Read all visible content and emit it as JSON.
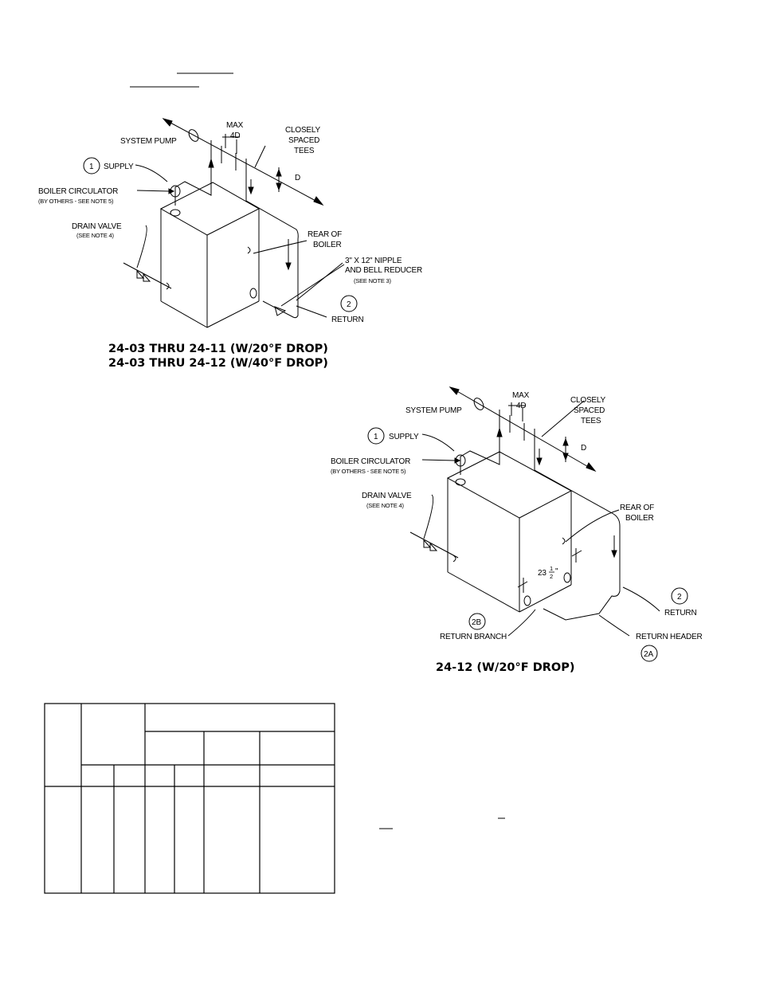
{
  "diagram1": {
    "labels": {
      "max": "MAX",
      "four_d": "4D",
      "closely": "CLOSELY",
      "spaced": "SPACED",
      "tees": "TEES",
      "system_pump": "SYSTEM PUMP",
      "d": "D",
      "supply": "SUPPLY",
      "supply_num": "1",
      "boiler_circulator": "BOILER CIRCULATOR",
      "by_others": "(BY OTHERS - SEE NOTE 5)",
      "drain_valve": "DRAIN VALVE",
      "see_note4": "(SEE NOTE 4)",
      "rear_of": "REAR OF",
      "boiler": "BOILER",
      "nipple": "3\" X 12\" NIPPLE",
      "bell_reducer": "AND BELL REDUCER",
      "see_note3": "(SEE NOTE 3)",
      "return_num": "2",
      "return": "RETURN"
    },
    "caption_line1": "24-03 THRU 24-11 (W/20°F DROP)",
    "caption_line2": "24-03 THRU 24-12 (W/40°F DROP)"
  },
  "diagram2": {
    "labels": {
      "max": "MAX",
      "four_d": "4D",
      "closely": "CLOSELY",
      "spaced": "SPACED",
      "tees": "TEES",
      "system_pump": "SYSTEM PUMP",
      "d": "D",
      "supply": "SUPPLY",
      "supply_num": "1",
      "boiler_circulator": "BOILER CIRCULATOR",
      "by_others": "(BY OTHERS - SEE NOTE 5)",
      "drain_valve": "DRAIN VALVE",
      "see_note4": "(SEE NOTE 4)",
      "rear_of": "REAR OF",
      "boiler": "BOILER",
      "dimension_whole": "23",
      "dimension_num": "1",
      "dimension_den": "2",
      "dimension_unit": "\"",
      "return_num": "2",
      "return": "RETURN",
      "return_branch_num": "2B",
      "return_branch": "RETURN BRANCH",
      "return_header": "RETURN HEADER",
      "return_header_num": "2A"
    },
    "caption": "24-12 (W/20°F DROP)"
  }
}
